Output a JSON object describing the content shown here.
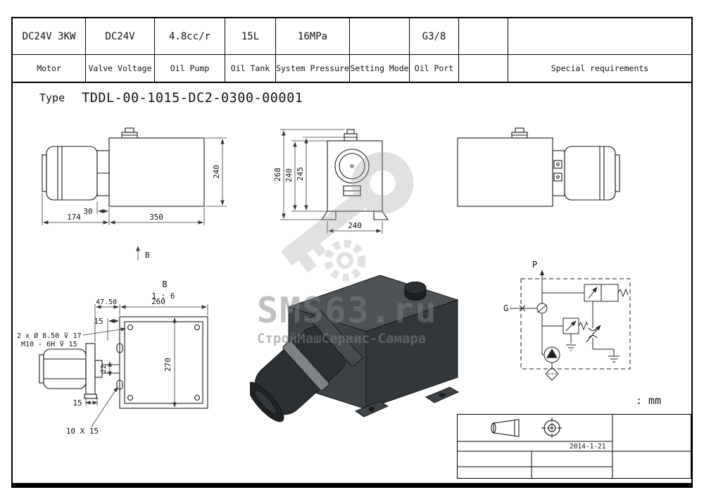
{
  "sheet": {
    "units_note": ": mm"
  },
  "spec_table": {
    "columns": [
      {
        "value": "DC24V 3KW",
        "label": "Motor"
      },
      {
        "value": "DC24V",
        "label": "Valve Voltage"
      },
      {
        "value": "4.8cc/r",
        "label": "Oil Pump"
      },
      {
        "value": "15L",
        "label": "Oil Tank"
      },
      {
        "value": "16MPa",
        "label": "System Pressure"
      },
      {
        "value": "",
        "label": "Setting Mode"
      },
      {
        "value": "G3/8",
        "label": "Oil Port"
      },
      {
        "value": "",
        "label": ""
      },
      {
        "value": "",
        "label": "Special requirements"
      }
    ]
  },
  "type_row": {
    "label": "Type",
    "value": "TDDL-00-1015-DC2-0300-00001"
  },
  "views": {
    "side_left": {
      "height": "240",
      "gap": "30",
      "motor_length": "174",
      "tank_length": "350",
      "view_arrow": "B"
    },
    "front": {
      "height_total": "268",
      "height_tank": "240",
      "height_mid": "245",
      "width": "240"
    },
    "bottom": {
      "view_label": "B",
      "scale": "1 : 6",
      "offset_top": "15",
      "offset_flange": "47.50",
      "width": "260",
      "depth": "270",
      "stub": "22",
      "offset_bottom": "15",
      "slot_note": "10 X 15",
      "hole_note_1": "2 x Ø 8.50 ⊽ 17",
      "hole_note_2": "M10 - 6H ⊽ 15"
    },
    "schematic": {
      "port_p": "P",
      "port_g": "G"
    }
  },
  "title_block": {
    "date": "2014-1-21"
  },
  "watermark": {
    "line1": "SMS63.ru",
    "line2": "СтройМашСервис-Самара"
  },
  "colors": {
    "line": "#1a1a1a",
    "iso_body": "#3e4348",
    "watermark": "#9ba1a6"
  }
}
